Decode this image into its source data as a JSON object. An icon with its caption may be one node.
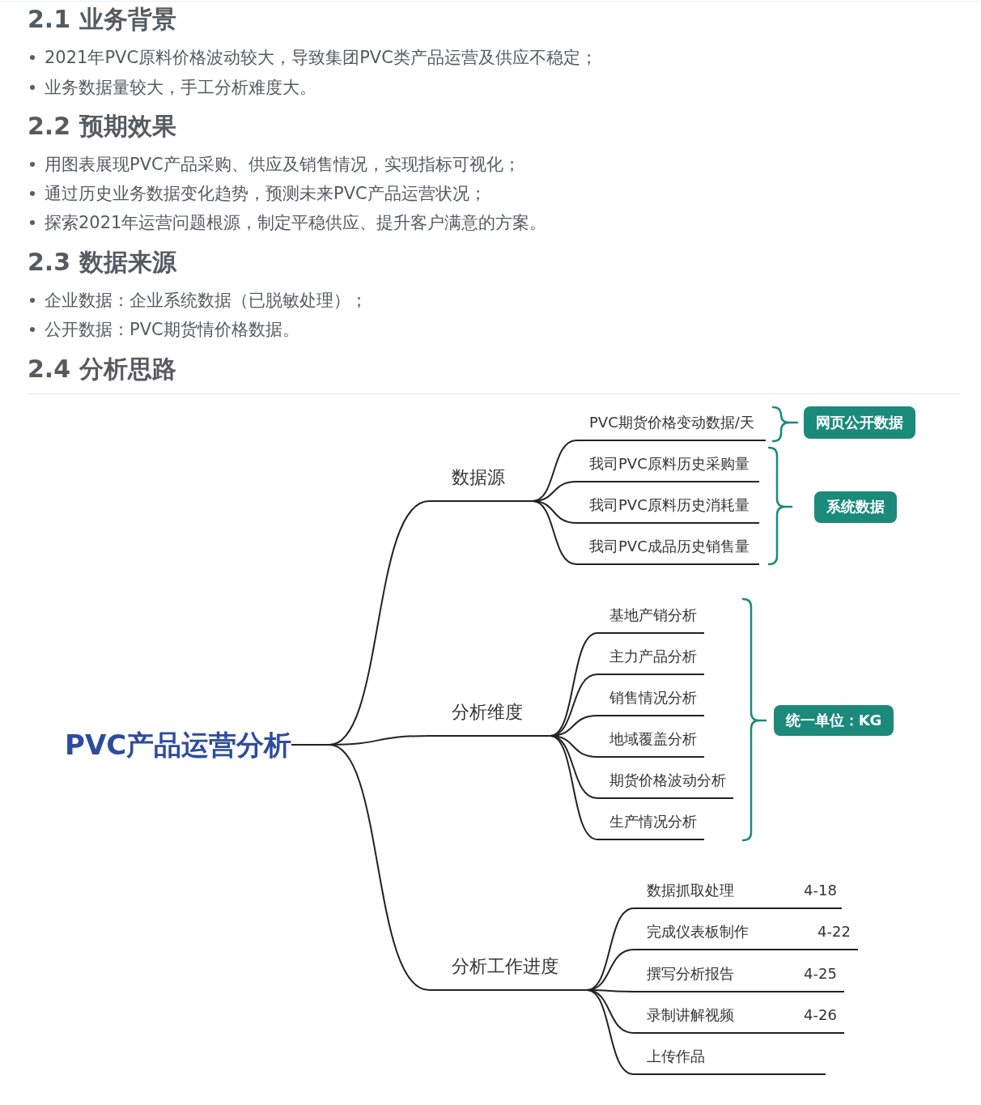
{
  "diagram": {
    "nodes": [
      {
        "text": [
          "PVC产品运营分析"
        ]
      },
      {
        "text": [
          "数据源"
        ]
      },
      {
        "text": [
          "PVC期货价格变动数据/天"
        ]
      },
      {
        "text": [
          "我司PVC原料历史采购量"
        ]
      },
      {
        "text": [
          "我司PVC原料历史消耗量"
        ]
      },
      {
        "text": [
          "我司PVC成品历史销售量"
        ]
      },
      {
        "text": [
          "分析维度"
        ]
      },
      {
        "text": [
          "基地产销分析"
        ]
      },
      {
        "text": [
          "主力产品分析"
        ]
      },
      {
        "text": [
          "销售情况分析"
        ]
      },
      {
        "text": [
          "地域覆盖分析"
        ]
      },
      {
        "text": [
          "期货价格波动分析"
        ]
      },
      {
        "text": [
          "生产情况分析"
        ]
      },
      {
        "text": [
          "分析工作进度"
        ]
      },
      {
        "text": [
          "数据抓取处理",
          "4-18"
        ]
      },
      {
        "text": [
          "完成仪表板制作",
          "4-22"
        ]
      },
      {
        "text": [
          "撰写分析报告",
          "4-25"
        ]
      },
      {
        "text": [
          "录制讲解视频",
          "4-26"
        ]
      },
      {
        "text": [
          "上传作品"
        ]
      },
      {
        "text": [
          "网页公开数据"
        ]
      },
      {
        "text": [
          "系统数据"
        ]
      },
      {
        "text": [
          "统一单位：KG"
        ]
      }
    ],
    "edges": [
      {
        "from": 0,
        "to": 1,
        "arrow": "none"
      },
      {
        "from": 0,
        "to": 6,
        "arrow": "none"
      },
      {
        "from": 0,
        "to": 13,
        "arrow": "none"
      },
      {
        "from": 1,
        "to": 2,
        "arrow": "none"
      },
      {
        "from": 1,
        "to": 3,
        "arrow": "none"
      },
      {
        "from": 1,
        "to": 4,
        "arrow": "none"
      },
      {
        "from": 1,
        "to": 5,
        "arrow": "none"
      },
      {
        "from": 6,
        "to": 7,
        "arrow": "none"
      },
      {
        "from": 6,
        "to": 8,
        "arrow": "none"
      },
      {
        "from": 6,
        "to": 9,
        "arrow": "none"
      },
      {
        "from": 6,
        "to": 10,
        "arrow": "none"
      },
      {
        "from": 6,
        "to": 11,
        "arrow": "none"
      },
      {
        "from": 6,
        "to": 12,
        "arrow": "none"
      },
      {
        "from": 13,
        "to": 14,
        "arrow": "none"
      },
      {
        "from": 13,
        "to": 15,
        "arrow": "none"
      },
      {
        "from": 13,
        "to": 16,
        "arrow": "none"
      },
      {
        "from": 13,
        "to": 17,
        "arrow": "none"
      },
      {
        "from": 13,
        "to": 18,
        "arrow": "none"
      }
    ],
    "labels": [
      "2.1 业务背景",
      "2021年PVC原料价格波动较大，导致集团PVC类产品运营及供应不稳定；",
      "业务数据量较大，手工分析难度大。",
      "2.2 预期效果",
      "用图表展现PVC产品采购、供应及销售情况，实现指标可视化；",
      "通过历史业务数据变化趋势，预测未来PVC产品运营状况；",
      "探索2021年运营问题根源，制定平稳供应、提升客户满意的方案。",
      "2.3 数据来源",
      "企业数据：企业系统数据（已脱敏处理）；",
      "公开数据：PVC期货情价格数据。",
      "2.4 分析思路"
    ]
  }
}
